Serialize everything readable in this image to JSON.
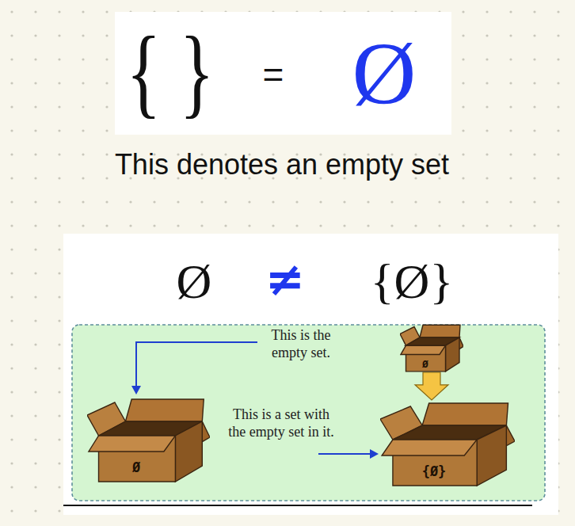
{
  "diagram": {
    "nodes": [
      {
        "text": [
          "Ø"
        ]
      },
      {
        "text": [
          "Ø"
        ]
      },
      {
        "text": [
          "{Ø}"
        ]
      }
    ],
    "edges": [
      {
        "from": 1,
        "to": 2,
        "arrow": "to"
      }
    ],
    "labels": [
      "{ }",
      "=",
      "Ø",
      "This denotes an empty set",
      "Ø",
      "≠",
      "{Ø}",
      "This is the empty set.",
      "This is a set with the empty set in it."
    ]
  }
}
